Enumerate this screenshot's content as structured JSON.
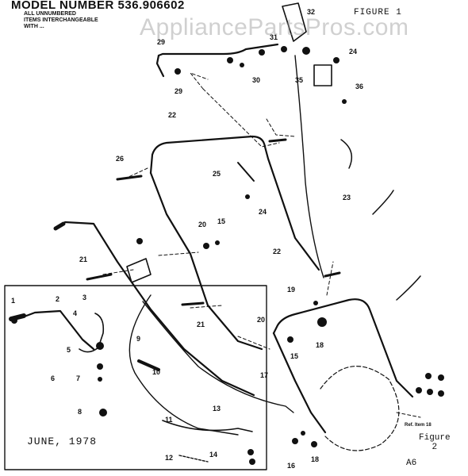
{
  "header": {
    "model_number": "MODEL NUMBER 536.906602",
    "note_lines": [
      "ALL UNNUMBERED",
      "ITEMS INTERCHANGEABLE",
      "WITH ..."
    ]
  },
  "figure1_label": "FIGURE 1",
  "figure2_label": [
    "Figure",
    "2"
  ],
  "date": "JUNE, 1978",
  "page_code": "A6",
  "ref_note": "Ref. Item 18",
  "watermark": "AppliancePartsPros.com",
  "part_numbers": {
    "p1": "1",
    "p2": "2",
    "p3": "3",
    "p4": "4",
    "p5": "5",
    "p6": "6",
    "p7": "7",
    "p8": "8",
    "p9": "9",
    "p10": "10",
    "p11": "11",
    "p12": "12",
    "p13": "13",
    "p14": "14",
    "p15a": "15",
    "p15b": "15",
    "p16": "16",
    "p17": "17",
    "p18a": "18",
    "p18b": "18",
    "p19": "19",
    "p20a": "20",
    "p20b": "20",
    "p21a": "21",
    "p21b": "21",
    "p22a": "22",
    "p22b": "22",
    "p23": "23",
    "p24a": "24",
    "p24b": "24",
    "p25": "25",
    "p26": "26",
    "p29": "29",
    "p30": "30",
    "p31": "31",
    "p32": "32",
    "p35": "35",
    "p36": "36"
  },
  "colors": {
    "ink": "#111111",
    "watermark": "#969696",
    "paper": "#ffffff"
  }
}
